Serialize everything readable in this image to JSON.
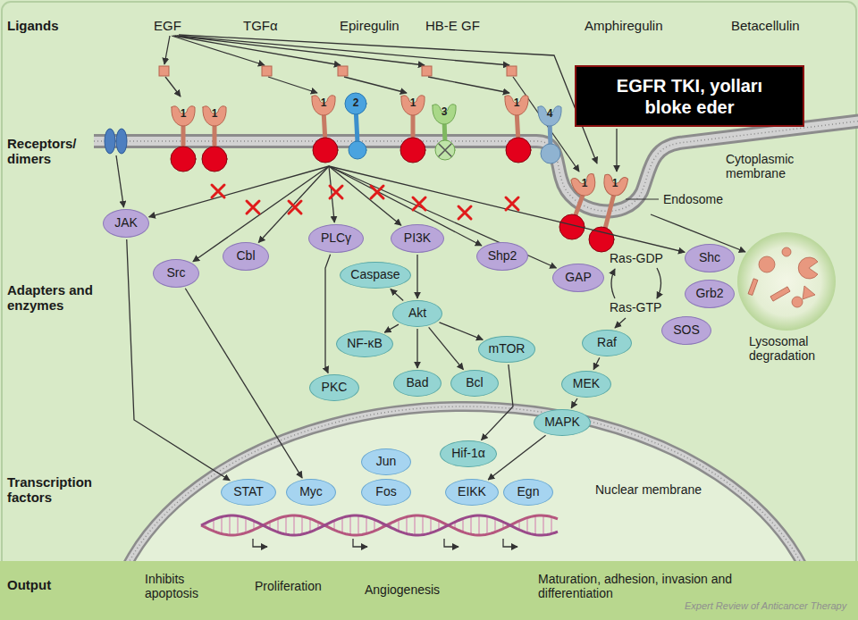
{
  "diagram": {
    "nodes": [
      {
        "text": [
          "EGFR TKI, yolları bloke eder"
        ]
      },
      {
        "text": [
          "JAK"
        ]
      },
      {
        "text": [
          "Src"
        ]
      },
      {
        "text": [
          "Cbl"
        ]
      },
      {
        "text": [
          "PLCγ"
        ]
      },
      {
        "text": [
          "PI3K"
        ]
      },
      {
        "text": [
          "Shp2"
        ]
      },
      {
        "text": [
          "GAP"
        ]
      },
      {
        "text": [
          "Shc"
        ]
      },
      {
        "text": [
          "Caspase"
        ]
      },
      {
        "text": [
          "Grb2"
        ]
      },
      {
        "text": [
          "Akt"
        ]
      },
      {
        "text": [
          "SOS"
        ]
      },
      {
        "text": [
          "NF-κB"
        ]
      },
      {
        "text": [
          "mTOR"
        ]
      },
      {
        "text": [
          "Raf"
        ]
      },
      {
        "text": [
          "PKC"
        ]
      },
      {
        "text": [
          "Bad"
        ]
      },
      {
        "text": [
          "Bcl"
        ]
      },
      {
        "text": [
          "MEK"
        ]
      },
      {
        "text": [
          "MAPK"
        ]
      },
      {
        "text": [
          "Hif-1α"
        ]
      },
      {
        "text": [
          "Jun"
        ]
      },
      {
        "text": [
          "STAT"
        ]
      },
      {
        "text": [
          "Myc"
        ]
      },
      {
        "text": [
          "Fos"
        ]
      },
      {
        "text": [
          "EIKK"
        ]
      },
      {
        "text": [
          "Egn"
        ]
      }
    ],
    "edges": [
      {
        "from": 1,
        "to": 23,
        "arrow": "to"
      },
      {
        "from": 2,
        "to": 24,
        "arrow": "to"
      },
      {
        "from": 4,
        "to": 16,
        "arrow": "to"
      },
      {
        "from": 5,
        "to": 11,
        "arrow": "to"
      },
      {
        "from": 11,
        "to": 9,
        "arrow": "to"
      },
      {
        "from": 11,
        "to": 13,
        "arrow": "to"
      },
      {
        "from": 11,
        "to": 17,
        "arrow": "to"
      },
      {
        "from": 11,
        "to": 18,
        "arrow": "to"
      },
      {
        "from": 11,
        "to": 14,
        "arrow": "to"
      },
      {
        "from": 14,
        "to": 21,
        "arrow": "to"
      },
      {
        "from": 15,
        "to": 19,
        "arrow": "to"
      },
      {
        "from": 19,
        "to": 20,
        "arrow": "to"
      },
      {
        "from": 20,
        "to": 26,
        "arrow": "to"
      }
    ],
    "labels": [
      "Ligands",
      "EGF",
      "TGFα",
      "Epiregulin",
      "HB-E GF",
      "Amphiregulin",
      "Betacellulin",
      "Receptors/ dimers",
      "1",
      "1",
      "1",
      "2",
      "1",
      "3",
      "1",
      "4",
      "Cytoplasmic membrane",
      "1",
      "1",
      "Endosome",
      "Adapters and enzymes",
      "Ras-GDP",
      "Ras-GTP",
      "Lysosomal degradation",
      "Transcription factors",
      "Nuclear membrane",
      "Output",
      "Inhibits apoptosis",
      "Proliferation",
      "Angiogenesis",
      "Maturation, adhesion, invasion and differentiation",
      "Expert Review of Anticancer Therapy"
    ]
  }
}
